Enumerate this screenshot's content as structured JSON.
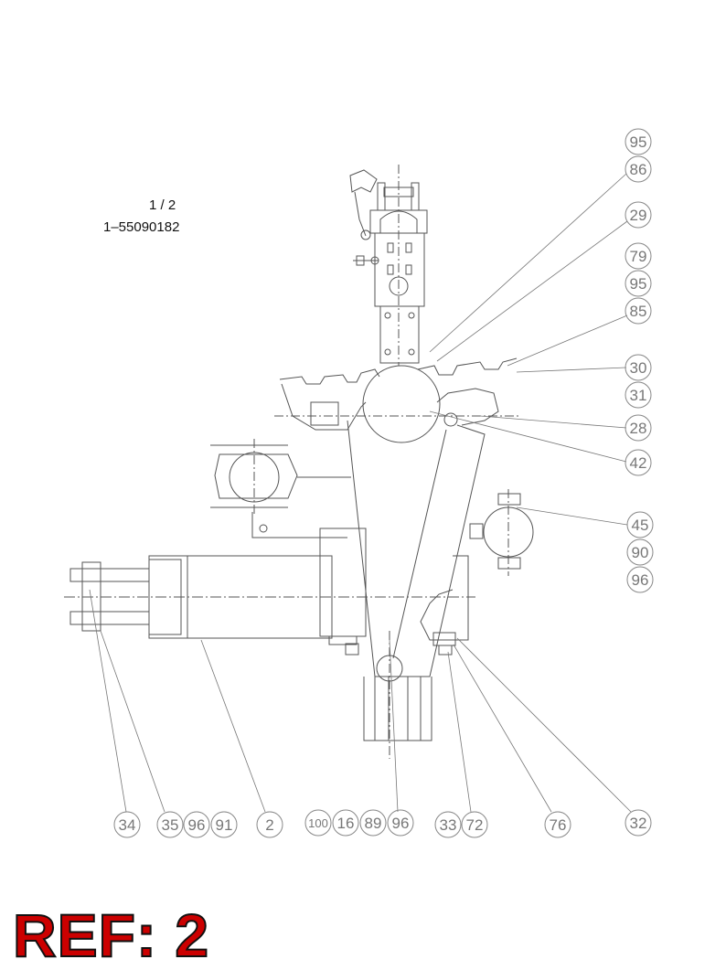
{
  "sheet": {
    "page": "1 / 2",
    "part_number": "1–55090182"
  },
  "reference": "REF: 2",
  "callouts_right": [
    "95",
    "86",
    "29",
    "79",
    "95",
    "85",
    "30",
    "31",
    "28",
    "42",
    "45",
    "90",
    "96"
  ],
  "callouts_bottom": [
    "34",
    "35",
    "96",
    "91",
    "2",
    "100",
    "16",
    "89",
    "96",
    "33",
    "72",
    "76",
    "32"
  ],
  "colors": {
    "line": "#555555",
    "callout": "#888888",
    "ref_text": "#cc0000"
  }
}
